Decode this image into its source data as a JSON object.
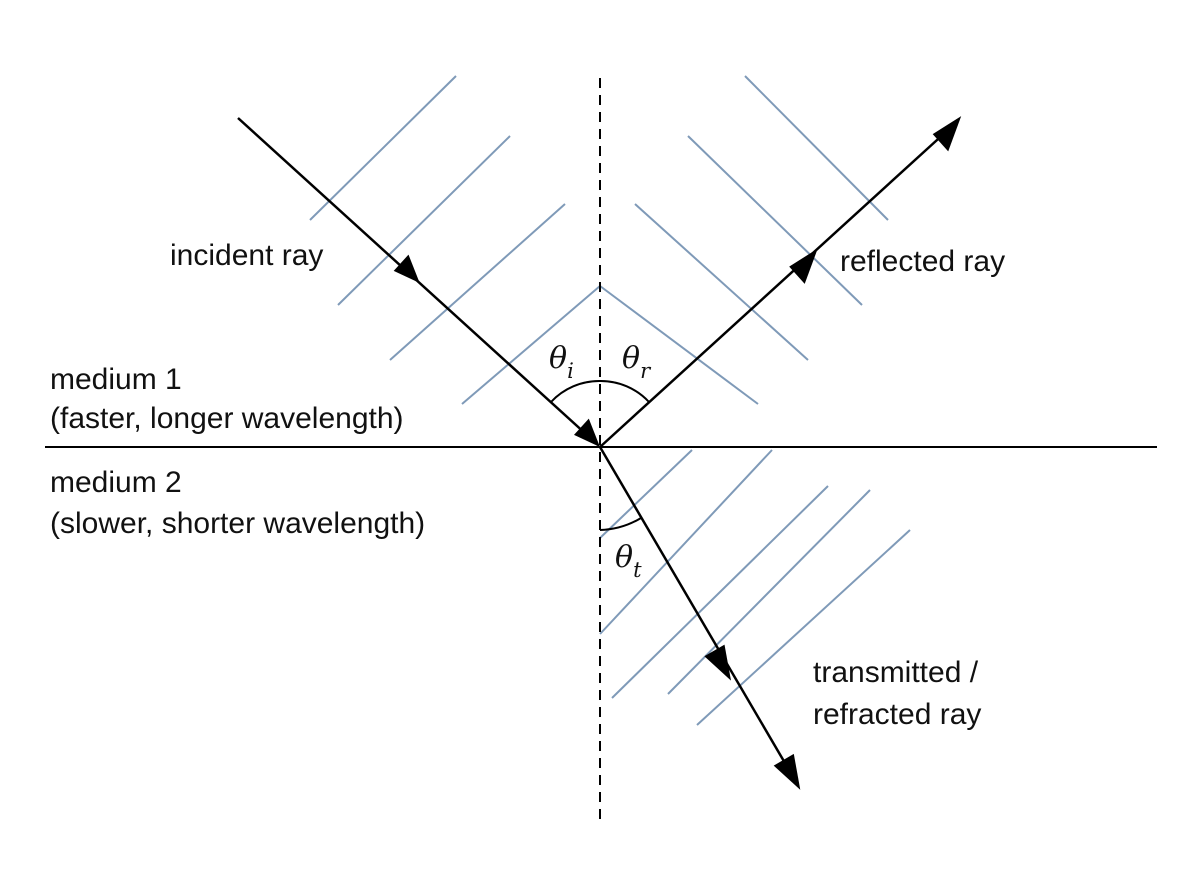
{
  "labels": {
    "incident_ray": "incident ray",
    "reflected_ray": "reflected ray",
    "transmitted_line1": "transmitted /",
    "transmitted_line2": "refracted ray",
    "medium1_name": "medium 1",
    "medium1_desc": "(faster, longer wavelength)",
    "medium2_name": "medium 2",
    "medium2_desc": "(slower, shorter wavelength)"
  },
  "angles": {
    "incident": {
      "symbol": "θ",
      "subscript": "i"
    },
    "reflected": {
      "symbol": "θ",
      "subscript": "r"
    },
    "transmitted": {
      "symbol": "θ",
      "subscript": "t"
    }
  },
  "colors": {
    "wavefront": "#7f9ab8",
    "ray": "#000000",
    "text": "#111111",
    "background": "#ffffff"
  }
}
